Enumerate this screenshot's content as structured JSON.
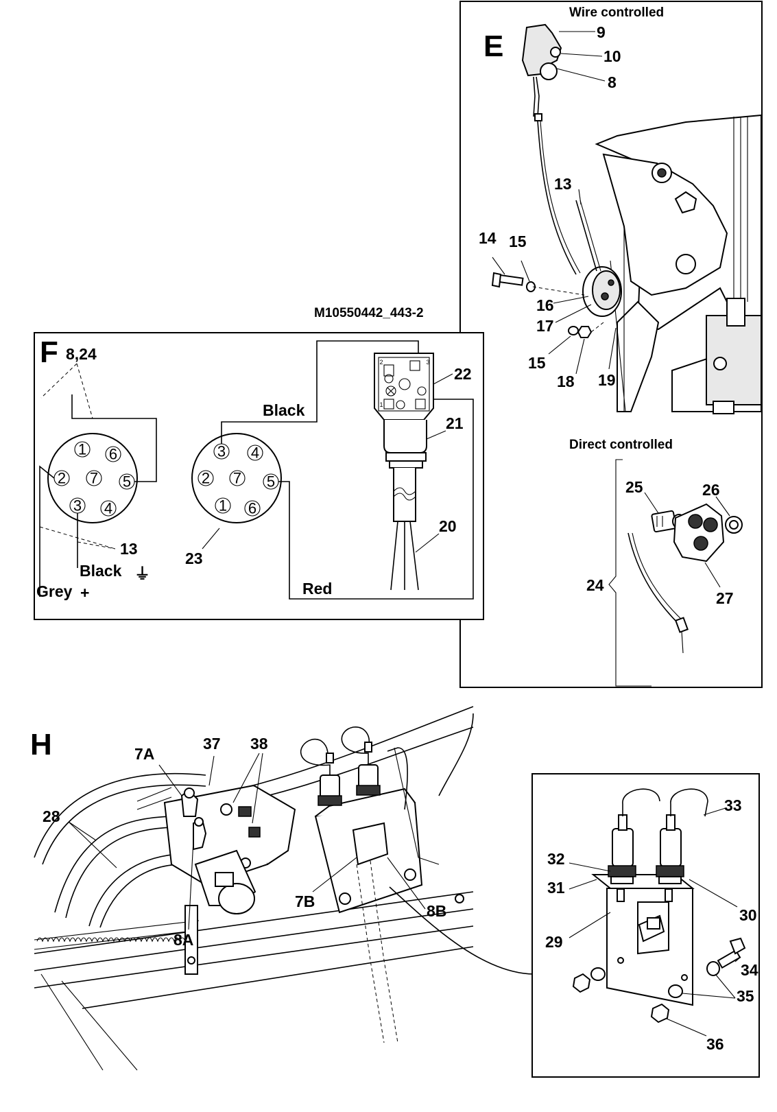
{
  "panel_e": {
    "letter": "E",
    "heading": "Wire controlled",
    "labels": [
      "9",
      "10",
      "8",
      "13",
      "14",
      "15",
      "16",
      "17",
      "15",
      "18",
      "19"
    ],
    "subheading": "Direct controlled",
    "direct_labels": [
      "25",
      "26",
      "24",
      "27"
    ]
  },
  "drawing_ref": "M10550442_443-2",
  "panel_f": {
    "letter": "F",
    "plug_ref": "8,24",
    "socket_left_pins": [
      "1",
      "6",
      "2",
      "7",
      "5",
      "3",
      "4"
    ],
    "socket_right_pins": [
      "3",
      "4",
      "2",
      "7",
      "5",
      "1",
      "6"
    ],
    "connector_pins": [
      "2",
      "1",
      "3"
    ],
    "wire_black_top": "Black",
    "wire_black_ground": "Black",
    "ground_symbol": "⏚",
    "wire_grey": "Grey",
    "plus_symbol": "+",
    "wire_red": "Red",
    "labels": [
      "13",
      "23",
      "22",
      "21",
      "20"
    ]
  },
  "panel_h": {
    "letter": "H",
    "labels": [
      "7A",
      "37",
      "38",
      "28",
      "7B",
      "8B",
      "8A"
    ],
    "detail_labels": [
      "33",
      "32",
      "31",
      "30",
      "29",
      "34",
      "35",
      "36"
    ]
  }
}
